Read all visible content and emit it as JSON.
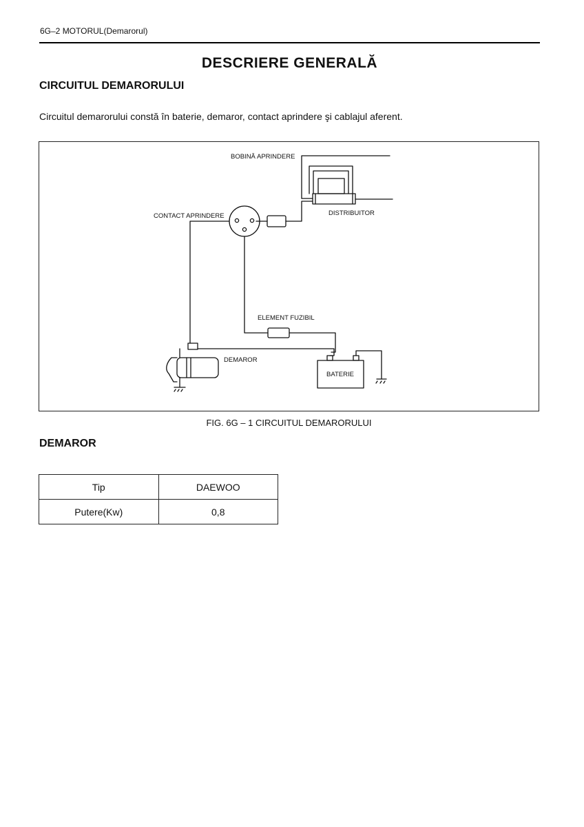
{
  "header": {
    "text": "6G–2  MOTORUL(Demarorul)"
  },
  "page_title": "DESCRIERE GENERALĂ",
  "section_circuit": {
    "heading": "CIRCUITUL DEMARORULUI",
    "intro": "Circuitul demarorului constă în baterie, demaror, contact aprindere şi cablajul aferent."
  },
  "figure": {
    "labels": {
      "ignition_coil": "BOBINĂ APRINDERE",
      "distributor": "DISTRIBUITOR",
      "ignition_switch": "CONTACT APRINDERE",
      "fuse_element": "ELEMENT FUZIBIL",
      "starter": "DEMAROR",
      "battery": "BATERIE"
    },
    "caption": "FIG. 6G – 1  CIRCUITUL DEMARORULUI"
  },
  "section_starter": {
    "heading": "DEMAROR",
    "table": {
      "rows": [
        {
          "label": "Tip",
          "value": "DAEWOO"
        },
        {
          "label": "Putere(Kw)",
          "value": "0,8"
        }
      ]
    }
  }
}
